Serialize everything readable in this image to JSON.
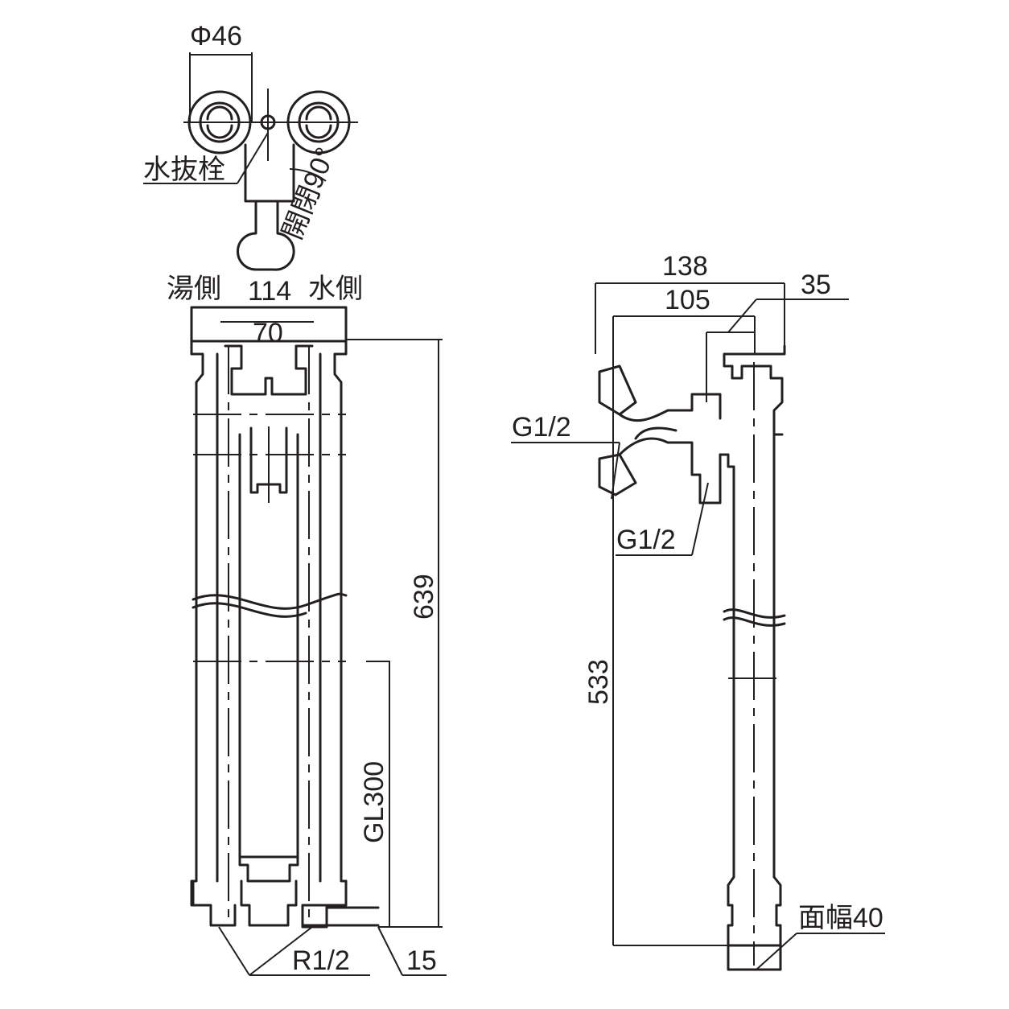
{
  "front_view": {
    "handle_diameter": "Φ46",
    "drain_plug": "水抜栓",
    "open_close_angle": "開閉90°",
    "hot_side": "湯側",
    "cold_side": "水側",
    "width_outer": "114",
    "width_inner": "70",
    "total_height": "639",
    "ground_level": "GL300",
    "thread_bottom": "R1/2",
    "offset_bottom": "15"
  },
  "side_view": {
    "depth_total": "138",
    "depth_spout": "105",
    "top_offset": "35",
    "thread_side": "G1/2",
    "thread_lower": "G1/2",
    "height_to_outlet": "533",
    "across_flats": "面幅40"
  },
  "colors": {
    "line": "#231f20",
    "background": "#ffffff"
  }
}
